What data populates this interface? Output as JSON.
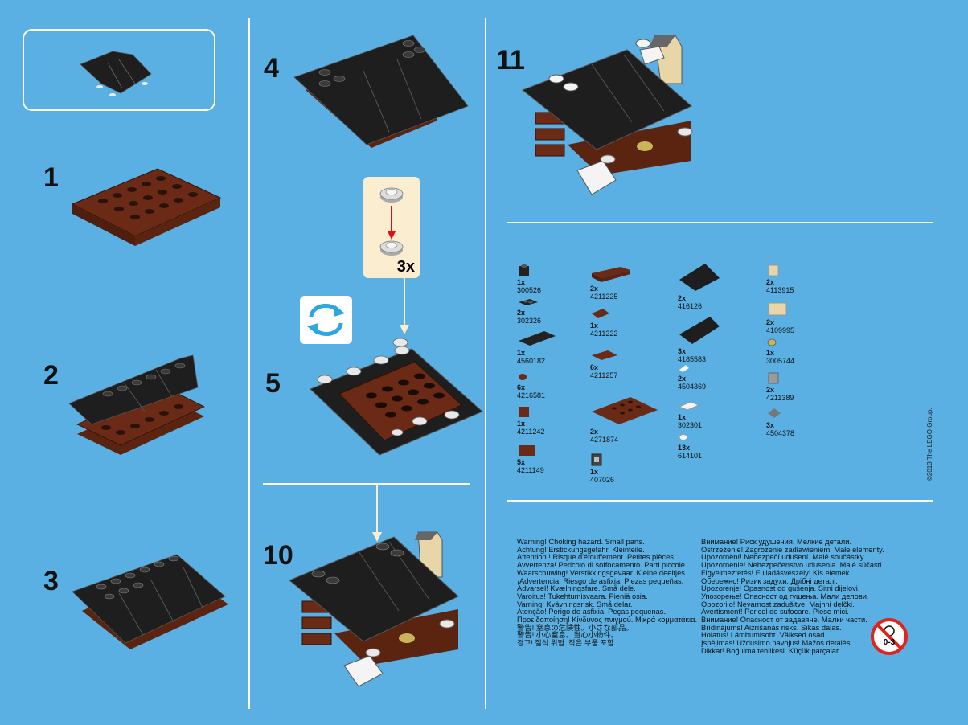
{
  "steps": {
    "s1": "1",
    "s2": "2",
    "s3": "3",
    "s4": "4",
    "s5": "5",
    "s10": "10",
    "s11": "11"
  },
  "callout": {
    "multiplier": "3x"
  },
  "parts": [
    {
      "qty": "1x",
      "id": "300526"
    },
    {
      "qty": "2x",
      "id": "302326"
    },
    {
      "qty": "1x",
      "id": "4560182"
    },
    {
      "qty": "6x",
      "id": "4216581"
    },
    {
      "qty": "1x",
      "id": "4211242"
    },
    {
      "qty": "5x",
      "id": "4211149"
    },
    {
      "qty": "2x",
      "id": "4211225"
    },
    {
      "qty": "1x",
      "id": "4211222"
    },
    {
      "qty": "6x",
      "id": "4211257"
    },
    {
      "qty": "2x",
      "id": "4271874"
    },
    {
      "qty": "1x",
      "id": "407026"
    },
    {
      "qty": "2x",
      "id": "416126"
    },
    {
      "qty": "3x",
      "id": "4185583"
    },
    {
      "qty": "2x",
      "id": "4504369"
    },
    {
      "qty": "1x",
      "id": "302301"
    },
    {
      "qty": "13x",
      "id": "614101"
    },
    {
      "qty": "2x",
      "id": "4113915"
    },
    {
      "qty": "2x",
      "id": "4109995"
    },
    {
      "qty": "1x",
      "id": "3005744"
    },
    {
      "qty": "2x",
      "id": "4211389"
    },
    {
      "qty": "3x",
      "id": "4504378"
    }
  ],
  "warnings_left": "Warning! Choking hazard. Small parts.\nAchtung! Erstickungsgefahr. Kleinteile.\nAttention ! Risque d'étouffement. Petites pièces.\nAvvertenza! Pericolo di soffocamento. Parti piccole.\nWaarschuwing! Verstikkingsgevaar. Kleine deeltjes.\n¡Advertencia! Riesgo de asfixia. Piezas pequeñas.\nAdvarsel! Kvælningsfare. Små dele.\nVaroitus! Tukehtumisvaara. Pieniä osia.\nVarning! Kvävningsrisk. Små delar.\nAtenção! Perigo de asfixia. Peças pequenas.\nΠροειδοποίηση! Κίνδυνος πνιγμού. Μικρά κομματάκια.\n警告! 窒息の危険性。小さな部品。\n警告! 小心窒息。当心小物件。\n경고! 질식 위험. 작은 부품 포함.",
  "warnings_right": "Внимание! Риск удушения. Мелкие детали.\nOstrzeżenie! Zagrożenie zadławieniem. Małe elementy.\nUpozornění! Nebezpečí udušení. Malé součástky.\nUpozornenie! Nebezpečenstvo udusenia. Malé súčasti.\nFigyelmeztetés! Fulladásveszély! Kis elemek.\nОбережно! Ризик задухи. Дрібні деталі.\nUpozorenje! Opasnost od gušenja. Sitni dijelovi.\nУпозорење! Опасност од гушења. Мали делови.\nOpozorilo! Nevarnost zadušitve. Majhni delčki.\nAvertisment! Pericol de sufocare. Piese mici.\nВнимание! Опасност от задавяне. Малки части.\nBrīdinājums! Aizrīšanās risks. Sīkas daļas.\nHoiatus! Lämbumisoht. Väiksed osad.\nĮspėjimas! Uždusimo pavojus! Mažos detalės.\nDikkat! Boğulma tehlikesi. Küçük parçalar.",
  "age_badge": "0-3",
  "copyright": "©2013 The LEGO Group."
}
